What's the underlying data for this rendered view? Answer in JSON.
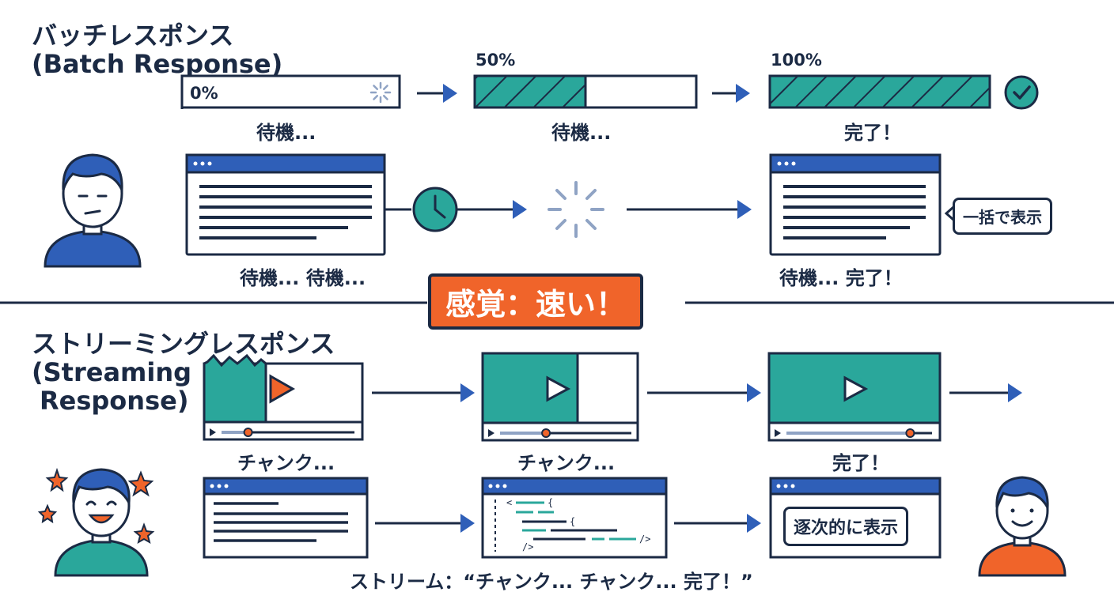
{
  "colors": {
    "navy": "#1b2a44",
    "blue": "#2f5fb8",
    "teal": "#2aa79b",
    "orange": "#f0642a"
  },
  "batch": {
    "title_ja": "バッチレスポンス",
    "title_en": "(Batch Response)",
    "progress": [
      {
        "percent_label": "0%",
        "fill": 0,
        "caption": "待機..."
      },
      {
        "percent_label": "50%",
        "fill": 0.5,
        "caption": "待機..."
      },
      {
        "percent_label": "100%",
        "fill": 1,
        "caption": "完了！"
      }
    ],
    "window_caption_left": "待機... 待機...",
    "window_caption_right": "待機... 完了！",
    "callout": "一括で表示"
  },
  "badge": "感覚：速い！",
  "streaming": {
    "title_ja": "ストリーミングレスポンス",
    "title_en_1": "(Streaming",
    "title_en_2": "Response)",
    "video_captions": [
      "チャンク...",
      "チャンク...",
      "完了！"
    ],
    "video_progress": [
      0.2,
      0.35,
      0.85
    ],
    "display_tag": "逐次的に表示",
    "bottom_caption": "ストリーム：“チャンク... チャンク... 完了！”",
    "code_tokens": [
      "<",
      "{",
      "{",
      "/>",
      "/>"
    ]
  }
}
